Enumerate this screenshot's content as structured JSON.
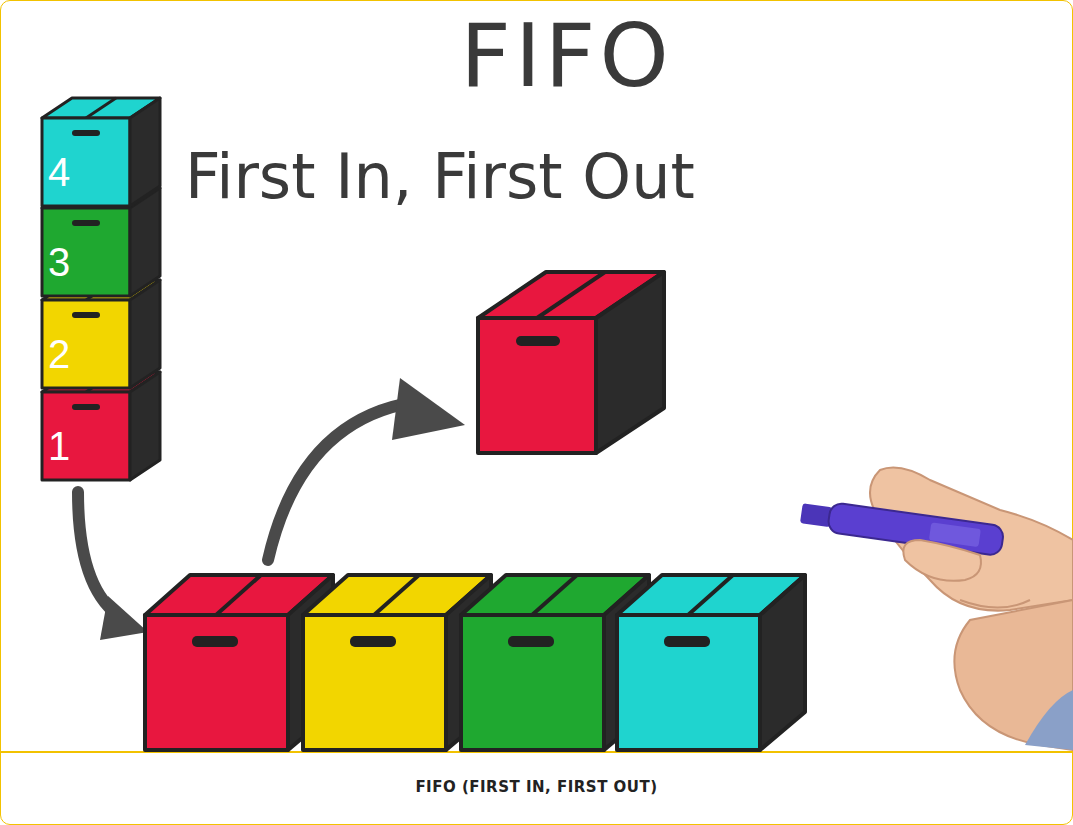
{
  "diagram": {
    "title": "FIFO",
    "caption": "FIFO (FIRST IN, FIRST OUT)",
    "nodes": [
      {
        "text": [
          "4"
        ]
      },
      {
        "text": [
          "3"
        ]
      },
      {
        "text": [
          "2"
        ]
      },
      {
        "text": [
          "1"
        ]
      }
    ],
    "labels": [
      "First In, First Out"
    ]
  }
}
